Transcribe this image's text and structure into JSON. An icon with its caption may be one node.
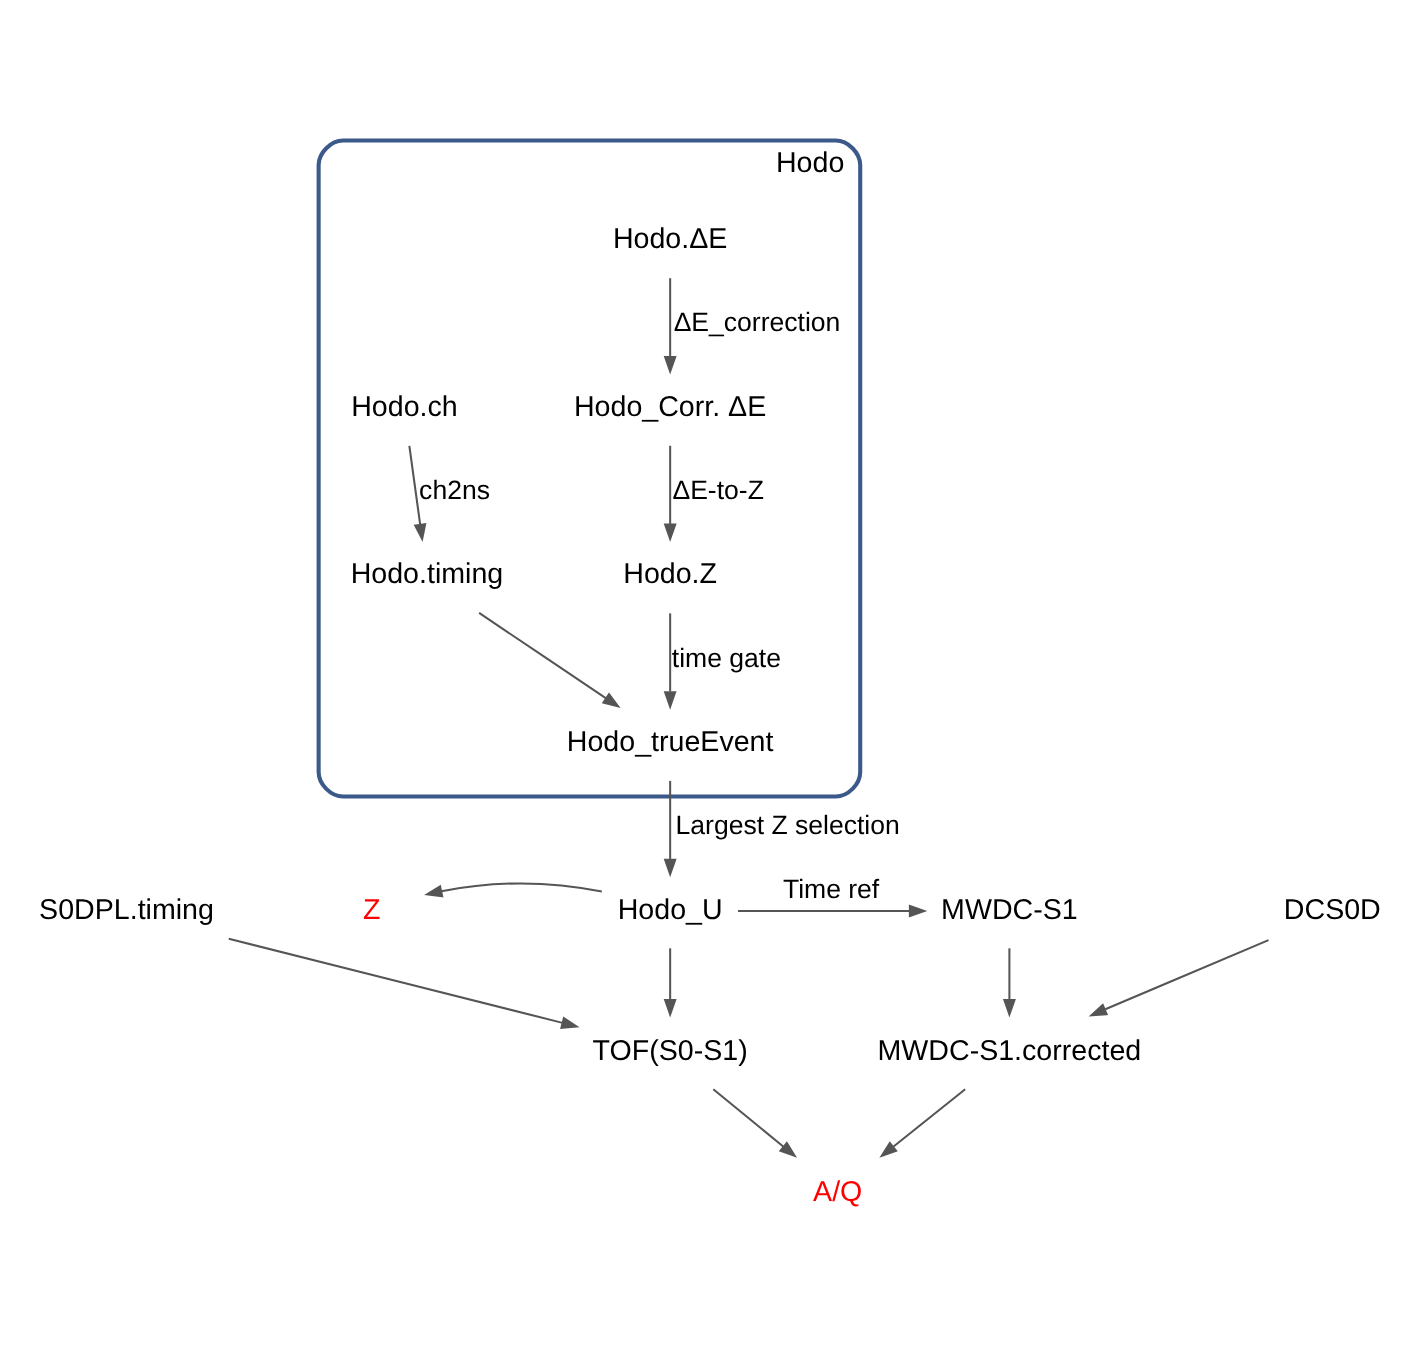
{
  "diagram": {
    "nodes": [
      {
        "text": [
          "Hodo"
        ]
      },
      {
        "text": [
          "Hodo.ΔE"
        ],
        "in": 0
      },
      {
        "text": [
          "Hodo_Corr. ΔE"
        ],
        "in": 0
      },
      {
        "text": [
          "Hodo.Z"
        ],
        "in": 0
      },
      {
        "text": [
          "Hodo.ch"
        ],
        "in": 0
      },
      {
        "text": [
          "Hodo.timing"
        ],
        "in": 0
      },
      {
        "text": [
          "Hodo_trueEvent"
        ],
        "in": 0
      },
      {
        "text": [
          "Hodo_U"
        ]
      },
      {
        "text": [
          "Z"
        ]
      },
      {
        "text": [
          "MWDC-S1"
        ]
      },
      {
        "text": [
          "DCS0D"
        ]
      },
      {
        "text": [
          "S0DPL.timing"
        ]
      },
      {
        "text": [
          "TOF(S0-S1)"
        ]
      },
      {
        "text": [
          "MWDC-S1.corrected"
        ]
      },
      {
        "text": [
          "A/Q"
        ]
      }
    ],
    "edges": [
      {
        "from": 1,
        "to": 2,
        "arrow": "to",
        "label": "ΔE_correction"
      },
      {
        "from": 2,
        "to": 3,
        "arrow": "to",
        "label": "ΔE-to-Z"
      },
      {
        "from": 4,
        "to": 5,
        "arrow": "to",
        "label": "ch2ns"
      },
      {
        "from": 3,
        "to": 6,
        "arrow": "to",
        "label": "time gate"
      },
      {
        "from": 5,
        "to": 6,
        "arrow": "to"
      },
      {
        "from": 6,
        "to": 7,
        "arrow": "to",
        "label": "Largest Z selection"
      },
      {
        "from": 7,
        "to": 8,
        "arrow": "to"
      },
      {
        "from": 7,
        "to": 9,
        "arrow": "to",
        "label": "Time ref"
      },
      {
        "from": 7,
        "to": 12,
        "arrow": "to"
      },
      {
        "from": 11,
        "to": 12,
        "arrow": "to"
      },
      {
        "from": 9,
        "to": 13,
        "arrow": "to"
      },
      {
        "from": 10,
        "to": 13,
        "arrow": "to"
      },
      {
        "from": 12,
        "to": 14,
        "arrow": "to"
      },
      {
        "from": 13,
        "to": 14,
        "arrow": "to"
      }
    ]
  }
}
